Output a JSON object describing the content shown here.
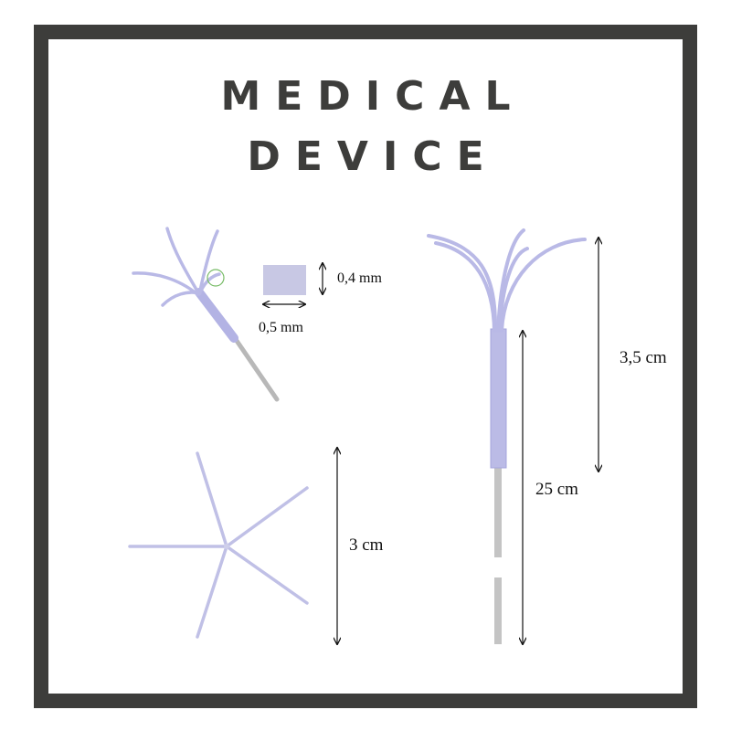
{
  "title": {
    "line1": "MEDICAL",
    "line2": "DEVICE"
  },
  "labels": {
    "height_mm": "0,4 mm",
    "width_mm": "0,5 mm",
    "spread": "3 cm",
    "arm_length": "3,5 cm",
    "total_length": "25 cm"
  },
  "colors": {
    "frame": "#3d3d3b",
    "arm": "#b9b9e6",
    "arm_edge": "#9a9ad8",
    "shaft": "#c4c4c4",
    "marker_circle": "#77bb66"
  }
}
